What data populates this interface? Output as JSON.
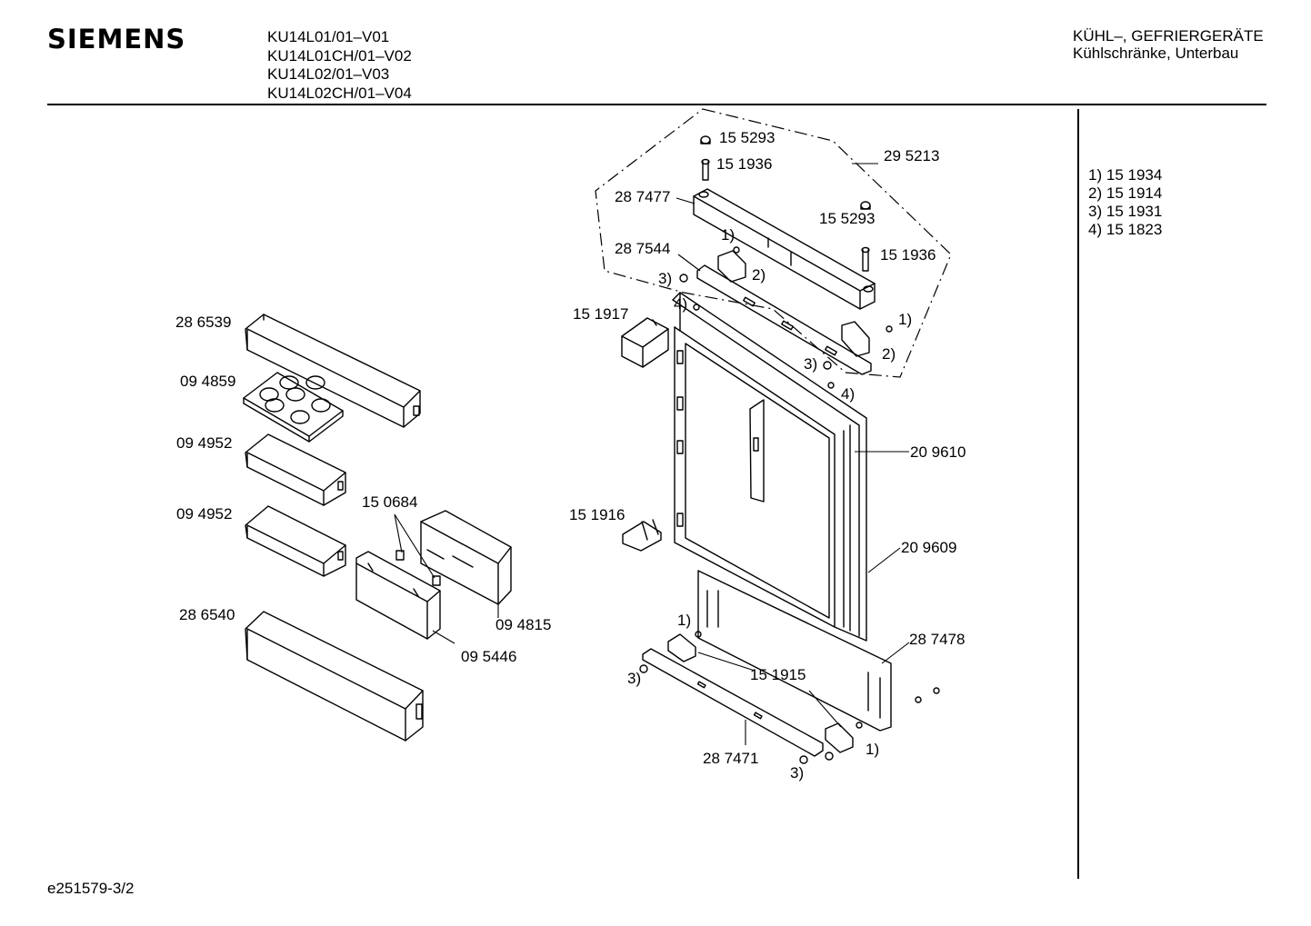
{
  "header": {
    "brand": "SIEMENS",
    "models": [
      "KU14L01/01–V01",
      "KU14L01CH/01–V02",
      "KU14L02/01–V03",
      "KU14L02CH/01–V04"
    ],
    "category_line1": "KÜHL–, GEFRIERGERÄTE",
    "category_line2": "Kühlschränke, Unterbau"
  },
  "footnotes": [
    {
      "key": "1)",
      "part": "15 1934"
    },
    {
      "key": "2)",
      "part": "15 1914"
    },
    {
      "key": "3)",
      "part": "15 1931"
    },
    {
      "key": "4)",
      "part": "15 1823"
    }
  ],
  "callouts": {
    "p286539": "28 6539",
    "p094859": "09 4859",
    "p094952a": "09 4952",
    "p094952b": "09 4952",
    "p286540": "28 6540",
    "p150684": "15 0684",
    "p094815": "09 4815",
    "p095446": "09 5446",
    "p151917": "15 1917",
    "p151916": "15 1916",
    "p155293a": "15 5293",
    "p151936a": "15 1936",
    "p287477": "28 7477",
    "p295213": "29 5213",
    "p155293b": "15 5293",
    "p151936b": "15 1936",
    "p287544": "28 7544",
    "p209610": "20 9610",
    "p209609": "20 9609",
    "p287478": "28 7478",
    "p151915": "15 1915",
    "p287471": "28 7471",
    "n1a": "1)",
    "n2a": "2)",
    "n3a": "3)",
    "n4a": "4)",
    "n1b": "1)",
    "n2b": "2)",
    "n3b": "3)",
    "n4b": "4)",
    "n1c": "1)",
    "n3c": "3)",
    "n1d": "1)",
    "n3d": "3)"
  },
  "document_id": "e251579-3/2"
}
